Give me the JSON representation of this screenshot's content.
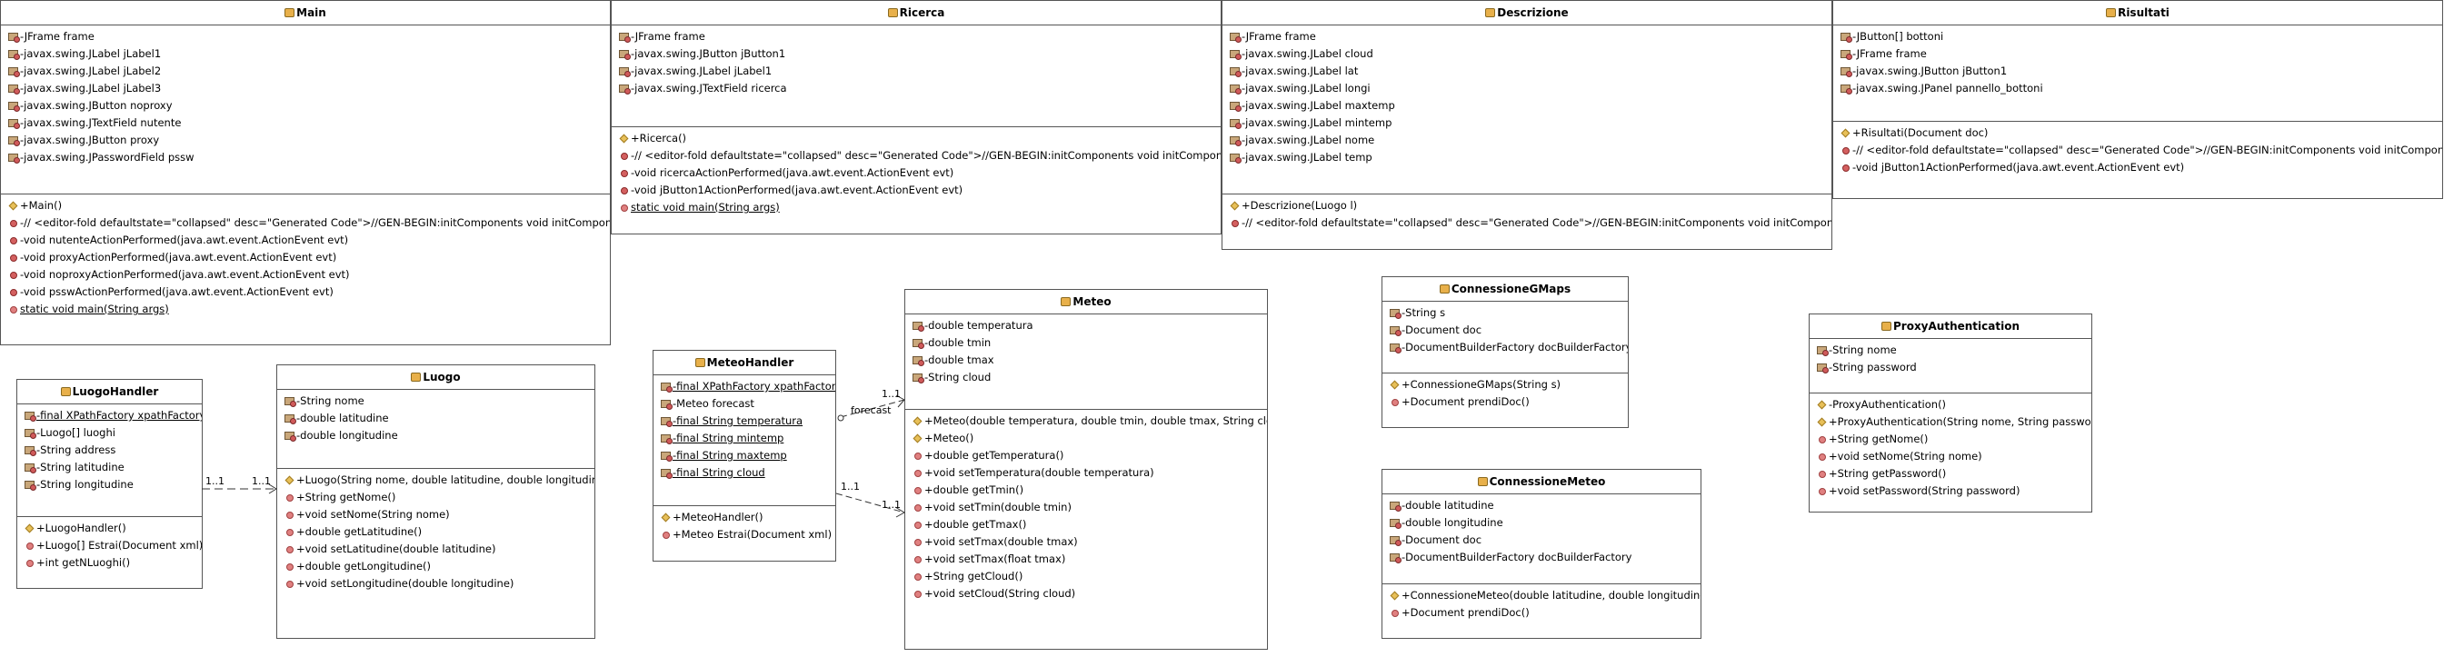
{
  "classes": {
    "main": {
      "name": "Main",
      "attributes": [
        "-JFrame frame",
        "-javax.swing.JLabel jLabel1",
        "-javax.swing.JLabel jLabel2",
        "-javax.swing.JLabel jLabel3",
        "-javax.swing.JButton noproxy",
        "-javax.swing.JTextField nutente",
        "-javax.swing.JButton proxy",
        "-javax.swing.JPasswordField pssw"
      ],
      "operations": [
        "+Main()",
        "-// <editor-fold defaultstate=\"collapsed\" desc=\"Generated Code\">//GEN-BEGIN:initComponents void initComponents()",
        "-void nutenteActionPerformed(java.awt.event.ActionEvent evt)",
        "-void proxyActionPerformed(java.awt.event.ActionEvent evt)",
        "-void noproxyActionPerformed(java.awt.event.ActionEvent evt)",
        "-void psswActionPerformed(java.awt.event.ActionEvent evt)",
        "static void main(String args)"
      ]
    },
    "ricerca": {
      "name": "Ricerca",
      "attributes": [
        "-JFrame frame",
        "-javax.swing.JButton jButton1",
        "-javax.swing.JLabel jLabel1",
        "-javax.swing.JTextField ricerca"
      ],
      "operations": [
        "+Ricerca()",
        "-// <editor-fold defaultstate=\"collapsed\" desc=\"Generated Code\">//GEN-BEGIN:initComponents void initComponents()",
        "-void ricercaActionPerformed(java.awt.event.ActionEvent evt)",
        "-void jButton1ActionPerformed(java.awt.event.ActionEvent evt)",
        "static void main(String args)"
      ]
    },
    "descrizione": {
      "name": "Descrizione",
      "attributes": [
        "-JFrame frame",
        "-javax.swing.JLabel cloud",
        "-javax.swing.JLabel lat",
        "-javax.swing.JLabel longi",
        "-javax.swing.JLabel maxtemp",
        "-javax.swing.JLabel mintemp",
        "-javax.swing.JLabel nome",
        "-javax.swing.JLabel temp"
      ],
      "operations": [
        "+Descrizione(Luogo l)",
        "-// <editor-fold defaultstate=\"collapsed\" desc=\"Generated Code\">//GEN-BEGIN:initComponents void initComponents()"
      ]
    },
    "risultati": {
      "name": "Risultati",
      "attributes": [
        "-JButton[] bottoni",
        "-JFrame frame",
        "-javax.swing.JButton jButton1",
        "-javax.swing.JPanel pannello_bottoni"
      ],
      "operations": [
        "+Risultati(Document doc)",
        "-// <editor-fold defaultstate=\"collapsed\" desc=\"Generated Code\">//GEN-BEGIN:initComponents void initComponents()",
        "-void jButton1ActionPerformed(java.awt.event.ActionEvent evt)"
      ]
    },
    "luogohandler": {
      "name": "LuogoHandler",
      "attributes": [
        "-final XPathFactory xpathFactory",
        "-Luogo[] luoghi",
        "-String address",
        "-String latitudine",
        "-String longitudine"
      ],
      "operations": [
        "+LuogoHandler()",
        "+Luogo[] Estrai(Document xml)",
        "+int getNLuoghi()"
      ]
    },
    "luogo": {
      "name": "Luogo",
      "attributes": [
        "-String nome",
        "-double latitudine",
        "-double longitudine"
      ],
      "operations": [
        "+Luogo(String nome, double latitudine, double longitudine)",
        "+String getNome()",
        "+void setNome(String nome)",
        "+double getLatitudine()",
        "+void setLatitudine(double latitudine)",
        "+double getLongitudine()",
        "+void setLongitudine(double longitudine)"
      ]
    },
    "meteohandler": {
      "name": "MeteoHandler",
      "attributes": [
        "-final XPathFactory xpathFactory",
        "-Meteo forecast",
        "-final String temperatura",
        "-final String mintemp",
        "-final String maxtemp",
        "-final String cloud"
      ],
      "operations": [
        "+MeteoHandler()",
        "+Meteo Estrai(Document xml)"
      ]
    },
    "meteo": {
      "name": "Meteo",
      "attributes": [
        "-double temperatura",
        "-double tmin",
        "-double tmax",
        "-String cloud"
      ],
      "operations": [
        "+Meteo(double temperatura, double tmin, double tmax, String cloud)",
        "+Meteo()",
        "+double getTemperatura()",
        "+void setTemperatura(double temperatura)",
        "+double getTmin()",
        "+void setTmin(double tmin)",
        "+double getTmax()",
        "+void setTmax(double tmax)",
        "+void setTmax(float tmax)",
        "+String getCloud()",
        "+void setCloud(String cloud)"
      ]
    },
    "connessionegmaps": {
      "name": "ConnessioneGMaps",
      "attributes": [
        "-String s",
        "-Document doc",
        "-DocumentBuilderFactory docBuilderFactory"
      ],
      "operations": [
        "+ConnessioneGMaps(String s)",
        "+Document prendiDoc()"
      ]
    },
    "connessionemeteo": {
      "name": "ConnessioneMeteo",
      "attributes": [
        "-double latitudine",
        "-double longitudine",
        "-Document doc",
        "-DocumentBuilderFactory docBuilderFactory"
      ],
      "operations": [
        "+ConnessioneMeteo(double latitudine, double longitudine)",
        "+Document prendiDoc()"
      ]
    },
    "proxyauthentication": {
      "name": "ProxyAuthentication",
      "attributes": [
        "-String nome",
        "-String password"
      ],
      "operations": [
        "-ProxyAuthentication()",
        "+ProxyAuthentication(String nome, String password)",
        "+String getNome()",
        "+void setNome(String nome)",
        "+String getPassword()",
        "+void setPassword(String password)"
      ]
    }
  },
  "associations": {
    "luogo_link": {
      "src_mult": "1..1",
      "dst_mult": "1..1"
    },
    "forecast_link": {
      "role": "forecast",
      "src_mult": "1..1"
    },
    "meteo_link": {
      "src_mult": "1..1",
      "dst_mult": "1..1"
    }
  },
  "colors": {
    "border": "#555555",
    "attribute_icon": "#c9a77a",
    "operation_icon": "#e08080",
    "constructor_icon": "#e8c058"
  }
}
